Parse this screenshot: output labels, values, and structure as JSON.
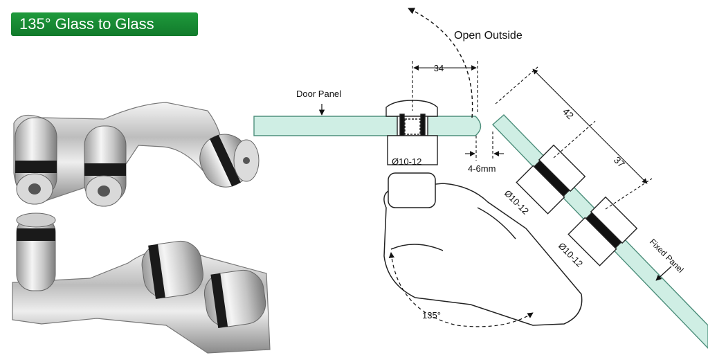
{
  "badge": {
    "text": "135° Glass to Glass",
    "color": "#148a34"
  },
  "labels": {
    "open_outside": "Open Outside",
    "door_panel": "Door Panel",
    "fixed_panel": "Fixed Panel",
    "dim_34": "34",
    "dim_42": "42",
    "dim_37": "37",
    "gap": "4-6mm",
    "dia_top": "Ø10-12",
    "dia_mid": "Ø10-12",
    "dia_low": "Ø10-12",
    "angle": "135°"
  },
  "colors": {
    "glass": "#cfeee4",
    "glass_edge": "#4e8f7c"
  }
}
